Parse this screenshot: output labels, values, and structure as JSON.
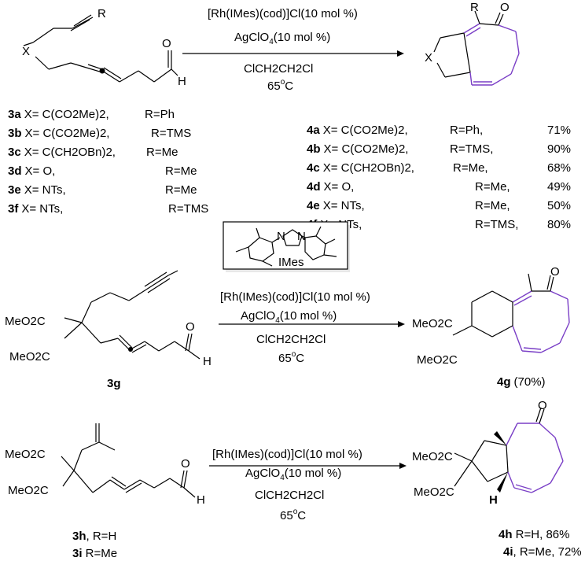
{
  "conditions": {
    "catalyst": "[Rh(IMes)(cod)]Cl(10 mol %)",
    "additive_main": "AgClO",
    "additive_sub": "4",
    "additive_tail": "(10 mol %)",
    "solvent": "ClCH2CH2Cl",
    "temp_main": "65",
    "temp_sup": "o",
    "temp_unit": "C"
  },
  "reaction1": {
    "substrate_labels": {
      "R": "R",
      "X": "X",
      "H": "H",
      "O": "O"
    },
    "product_labels": {
      "R": "R",
      "X": "X",
      "O": "O"
    },
    "substrates": [
      {
        "id": "3a",
        "x": "X= C(CO2Me)2,",
        "r": "R=Ph"
      },
      {
        "id": "3b",
        "x": "X= C(CO2Me)2,",
        "r": "R=TMS"
      },
      {
        "id": "3c",
        "x": "X= C(CH2OBn)2,",
        "r": "R=Me"
      },
      {
        "id": "3d",
        "x": "X= O,",
        "r": "R=Me"
      },
      {
        "id": "3e",
        "x": "X= NTs,",
        "r": "R=Me"
      },
      {
        "id": "3f",
        "x": "X= NTs,",
        "r": "R=TMS"
      }
    ],
    "products": [
      {
        "id": "4a",
        "x": "X= C(CO2Me)2,",
        "r": "R=Ph,",
        "y": "71%"
      },
      {
        "id": "4b",
        "x": "X= C(CO2Me)2,",
        "r": "R=TMS,",
        "y": "90%"
      },
      {
        "id": "4c",
        "x": "X= C(CH2OBn)2,",
        "r": "R=Me,",
        "y": "68%"
      },
      {
        "id": "4d",
        "x": "X= O,",
        "r": "R=Me,",
        "y": "49%"
      },
      {
        "id": "4e",
        "x": "X= NTs,",
        "r": "R=Me,",
        "y": "50%"
      },
      {
        "id": "4f",
        "x": "X= NTs,",
        "r": "R=TMS,",
        "y": "80%"
      }
    ]
  },
  "imes": {
    "label": "IMes",
    "n1": "N",
    "n2": "N"
  },
  "reaction2": {
    "substrate_id": "3g",
    "product_id": "4g",
    "product_yield": "(70%)",
    "ester1": "MeO2C",
    "ester2": "MeO2C",
    "H": "H",
    "O": "O"
  },
  "reaction3": {
    "substrate_lines": [
      {
        "id": "3h",
        "text": ", R=H"
      },
      {
        "id": "3i",
        "text": " R=Me"
      }
    ],
    "product_lines": [
      {
        "id": "4h",
        "text": " R=H, 86%"
      },
      {
        "id": "4i",
        "text": ",  R=Me, 72%"
      }
    ],
    "ester1": "MeO2C",
    "ester2": "MeO2C",
    "H": "H",
    "O": "O"
  },
  "colors": {
    "product_ring": "#7a3fc6",
    "ink": "#000000"
  }
}
